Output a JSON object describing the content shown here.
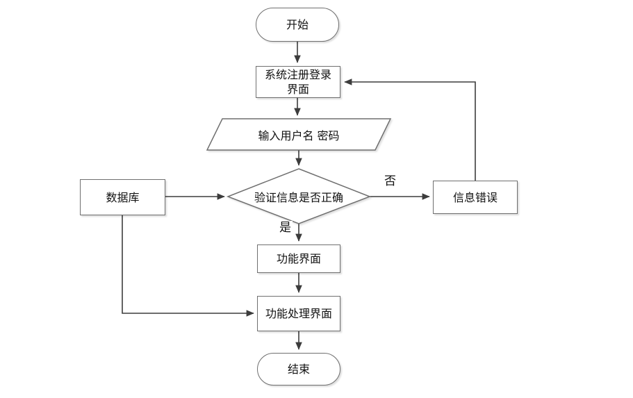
{
  "diagram": {
    "title": "login-flow-chart",
    "background": "#ffffff",
    "colors": {
      "node_fill": "#ffffff",
      "node_border": "#6f6f6f",
      "connector": "#3c3c3c",
      "text": "#111111"
    },
    "nodes": {
      "start": {
        "shape": "stadium",
        "label": "开始"
      },
      "login": {
        "shape": "rect",
        "label": "系统注册登录界面",
        "lines": [
          "系统注册登录",
          "界面"
        ]
      },
      "input": {
        "shape": "parallelogram",
        "label": "输入用户名 密码"
      },
      "verify": {
        "shape": "diamond",
        "label": "验证信息是否正确"
      },
      "database": {
        "shape": "rect",
        "label": "数据库"
      },
      "error": {
        "shape": "rect",
        "label": "信息错误"
      },
      "func": {
        "shape": "rect",
        "label": "功能界面"
      },
      "funcproc": {
        "shape": "rect",
        "label": "功能处理界面"
      },
      "end": {
        "shape": "stadium",
        "label": "结束"
      }
    },
    "edge_labels": {
      "yes": "是",
      "no": "否"
    }
  }
}
